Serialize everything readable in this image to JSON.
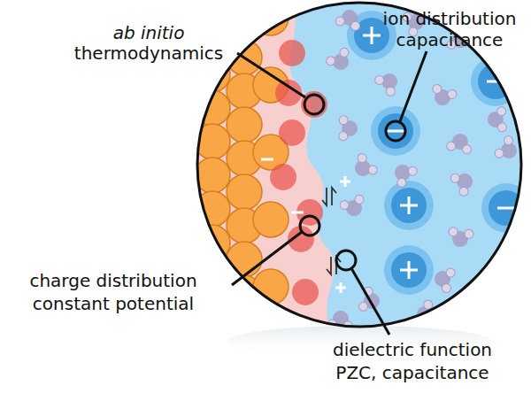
{
  "diagram": {
    "labels": [
      "ab initio",
      "thermodynamics",
      "ion distribution",
      "capacitance",
      "charge distribution",
      "constant potential",
      "dielectric function",
      "PZC, capacitance"
    ]
  }
}
